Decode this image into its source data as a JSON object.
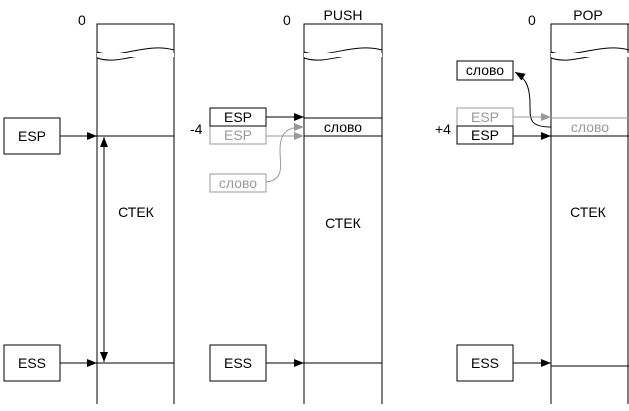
{
  "colors": {
    "line": "#000000",
    "faded": "#999999"
  },
  "initial": {
    "zero": "0",
    "esp": "ESP",
    "ess": "ESS",
    "stack": "СТЕК"
  },
  "push": {
    "title": "PUSH",
    "zero": "0",
    "offset": "-4",
    "esp_new": "ESP",
    "esp_old": "ESP",
    "word_in_stack": "слово",
    "word_source": "слово",
    "stack": "СТЕК",
    "ess": "ESS"
  },
  "pop": {
    "title": "POP",
    "zero": "0",
    "offset": "+4",
    "esp_old": "ESP",
    "esp_new": "ESP",
    "word_in_stack": "слово",
    "word_dest": "слово",
    "stack": "СТЕК",
    "ess": "ESS"
  }
}
